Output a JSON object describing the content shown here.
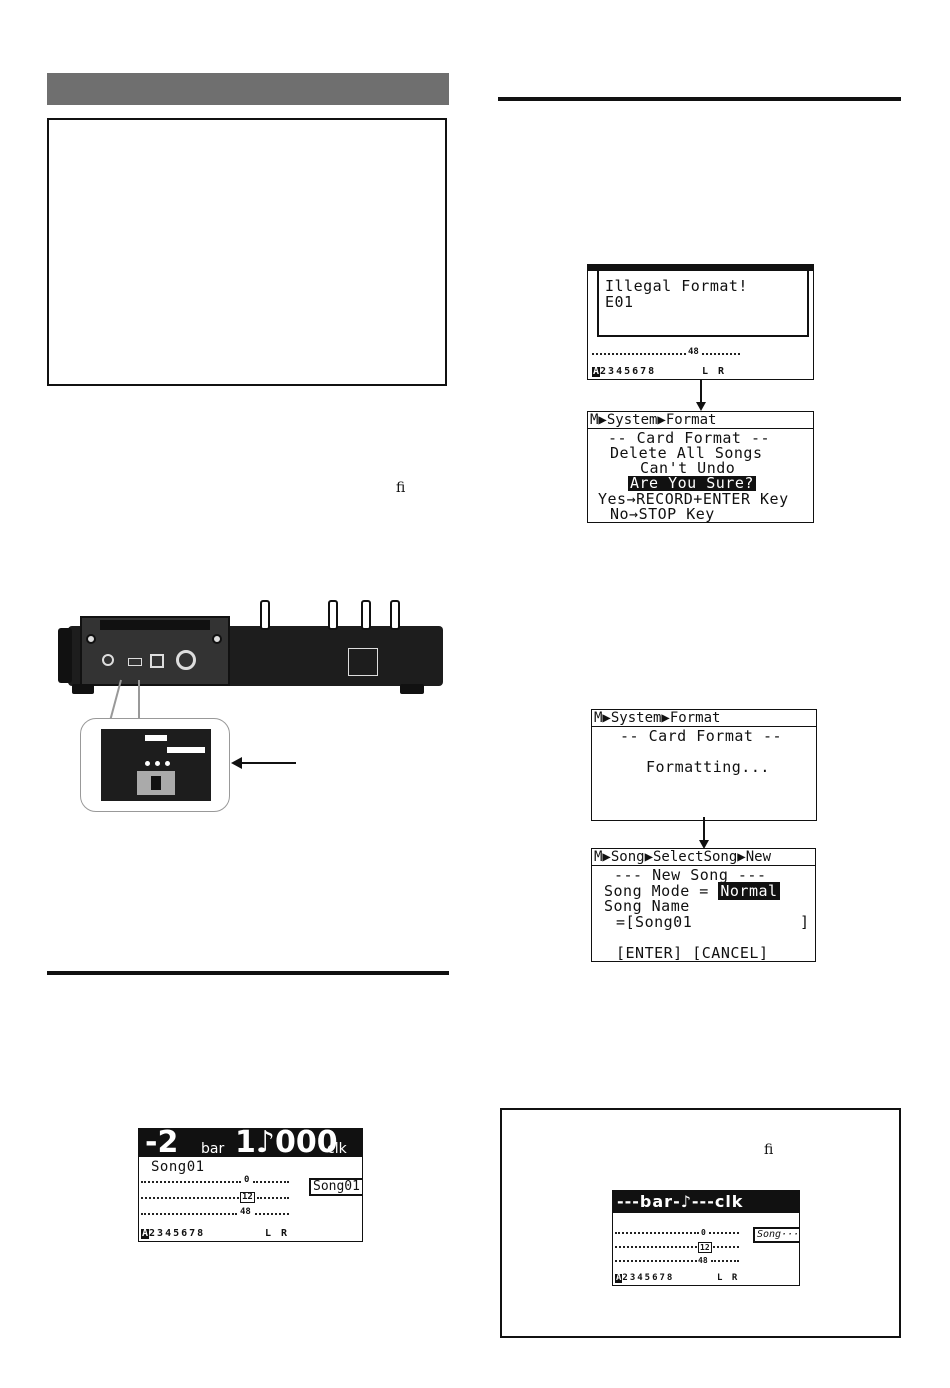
{
  "glyph_fi": "ﬁ",
  "screen_illegal": {
    "line1": "Illegal Format!",
    "line2": "E01",
    "meter_48": "48",
    "tracks": "2345678",
    "track_a": "A",
    "lr": "L R"
  },
  "screen_confirm": {
    "path": "M▶System▶Format",
    "l1": "-- Card Format --",
    "l2": "Delete All Songs",
    "l3": "Can't Undo",
    "l4": "Are You Sure?",
    "l5": "Yes→RECORD+ENTER Key",
    "l6": "No→STOP Key"
  },
  "screen_formatting": {
    "path": "M▶System▶Format",
    "l1": "-- Card Format --",
    "l2": "Formatting..."
  },
  "screen_newsong": {
    "path": "M▶Song▶SelectSong▶New",
    "l1": "--- New Song ---",
    "l2_label": "Song Mode = ",
    "l2_value": "Normal",
    "l3": "Song Name",
    "l4": "=[Song01",
    "l4_end": "]",
    "l5": "[ENTER] [CANCEL]"
  },
  "screen_main": {
    "counter_num": "-2",
    "counter_bar": "bar",
    "counter_clk_num": "1♪000",
    "counter_clk": "clk",
    "song_name": "Song01",
    "song_box": "Song01",
    "meter_0": "0",
    "meter_12": "12",
    "meter_48": "48",
    "track_a": "A",
    "tracks": "2345678",
    "lr": "L R"
  },
  "screen_nocard": {
    "counter_text": "---bar-♪---clk",
    "song_box": "Song·····",
    "meter_0": "0",
    "meter_12": "12",
    "meter_48": "48",
    "track_a": "A",
    "tracks": "2345678",
    "lr": "L R"
  },
  "colors": {
    "section_bar": "#6f6f6f",
    "ink": "#111111"
  }
}
